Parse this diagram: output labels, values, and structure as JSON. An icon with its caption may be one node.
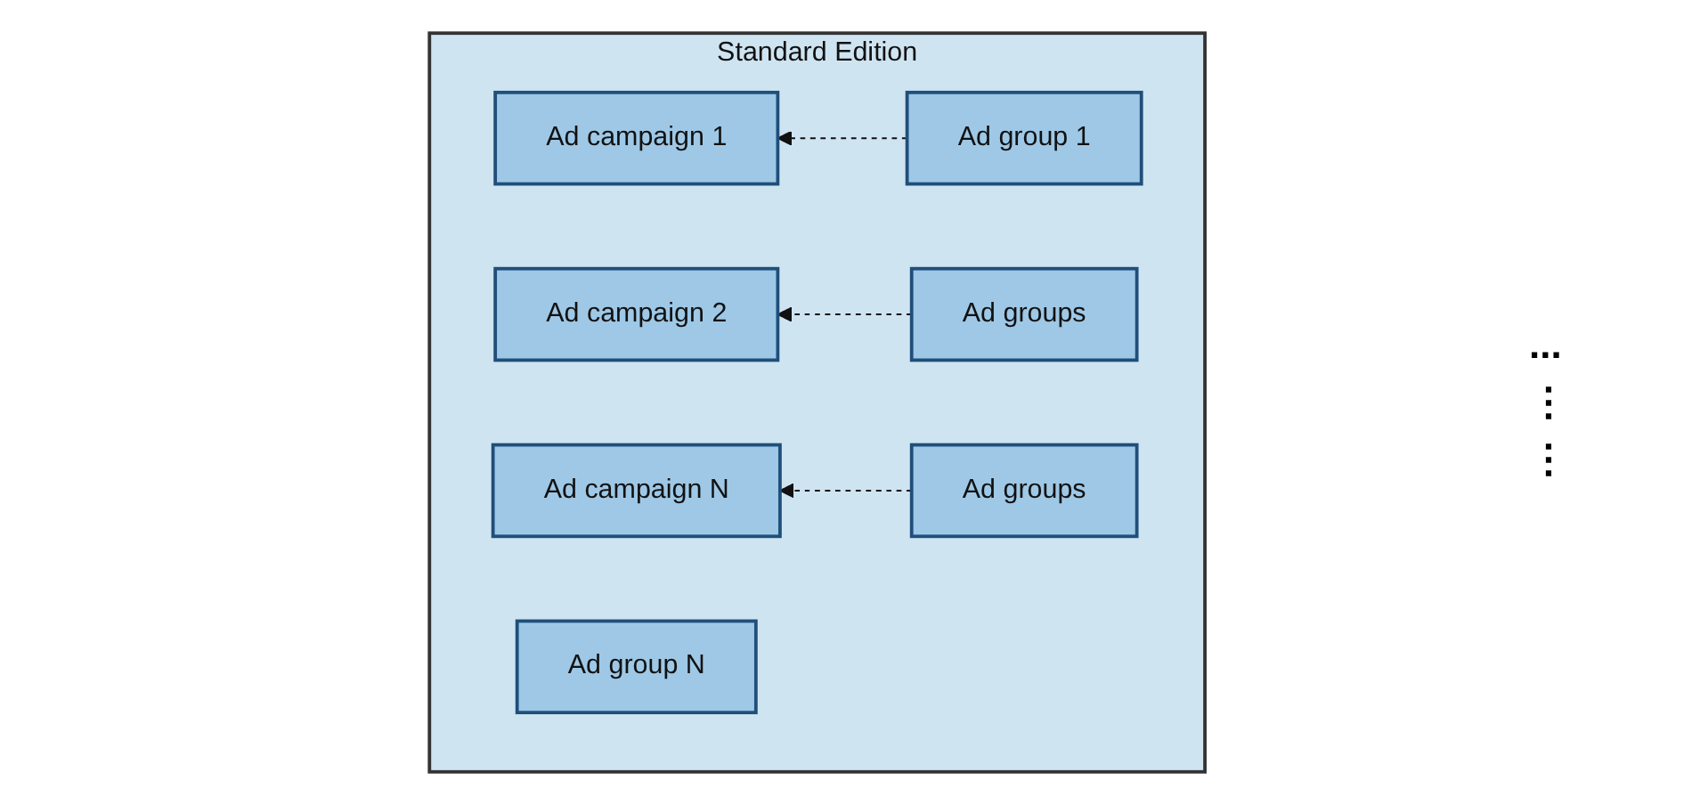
{
  "diagram": {
    "nodes": [
      {
        "text": [
          "Standard Edition"
        ]
      },
      {
        "text": [
          "Ad campaign 1"
        ],
        "in": 0
      },
      {
        "text": [
          "Ad group 1"
        ],
        "in": 0
      },
      {
        "text": [
          "Ad group N"
        ],
        "in": 0
      },
      {
        "text": [
          "Ad campaign 2"
        ],
        "in": 0
      },
      {
        "text": [
          "Ad groups"
        ],
        "in": 0
      },
      {
        "text": [
          "Ad campaign N"
        ],
        "in": 0
      },
      {
        "text": [
          "Ad groups"
        ],
        "in": 0
      }
    ],
    "edges": [
      {
        "from": 2,
        "to": 1,
        "arrow": "to",
        "style": "dashed"
      },
      {
        "from": 5,
        "to": 4,
        "arrow": "to",
        "style": "dashed"
      },
      {
        "from": 7,
        "to": 6,
        "arrow": "to",
        "style": "dashed"
      }
    ],
    "labels": [
      "...",
      "⋮",
      "⋮"
    ]
  }
}
